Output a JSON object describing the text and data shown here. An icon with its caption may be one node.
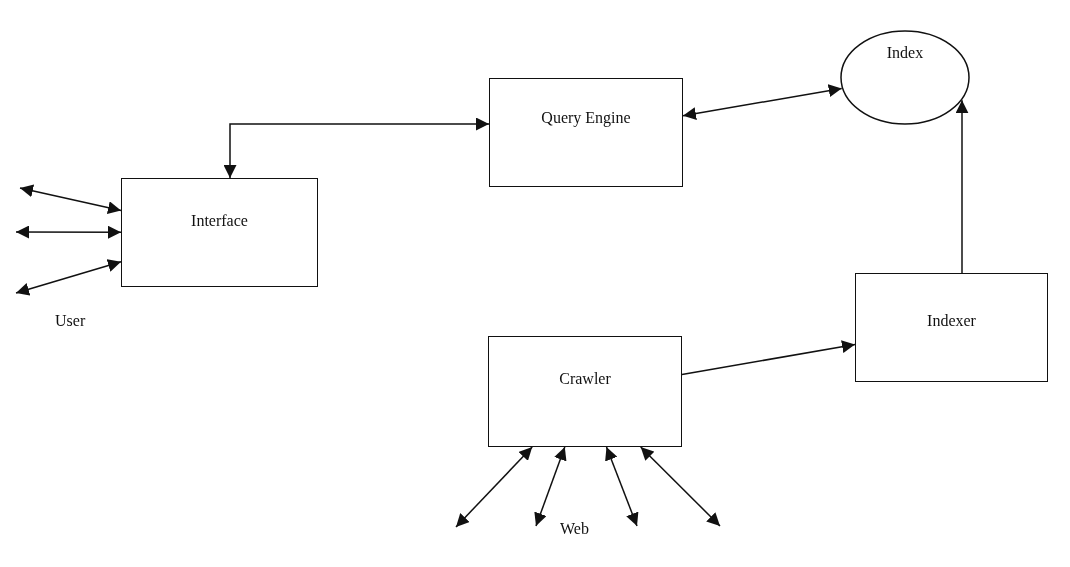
{
  "diagram": {
    "nodes": [
      {
        "text": [
          "Index"
        ]
      },
      {
        "text": [
          "Query Engine"
        ]
      },
      {
        "text": [
          "Interface"
        ]
      },
      {
        "text": [
          "Indexer"
        ]
      },
      {
        "text": [
          "Crawler"
        ]
      }
    ],
    "edges": [
      {
        "from": 2,
        "to": 1,
        "arrow": "both"
      },
      {
        "from": 1,
        "to": 0,
        "arrow": "both"
      },
      {
        "from": 3,
        "to": 0,
        "arrow": "to"
      },
      {
        "from": 4,
        "to": 3,
        "arrow": "to"
      },
      {
        "from": 2,
        "to": null,
        "arrow": "both"
      },
      {
        "from": 2,
        "to": null,
        "arrow": "both"
      },
      {
        "from": 2,
        "to": null,
        "arrow": "both"
      },
      {
        "from": 4,
        "to": null,
        "arrow": "both"
      },
      {
        "from": 4,
        "to": null,
        "arrow": "both"
      },
      {
        "from": 4,
        "to": null,
        "arrow": "both"
      },
      {
        "from": 4,
        "to": null,
        "arrow": "both"
      }
    ],
    "labels": [
      "User",
      "Web"
    ]
  }
}
